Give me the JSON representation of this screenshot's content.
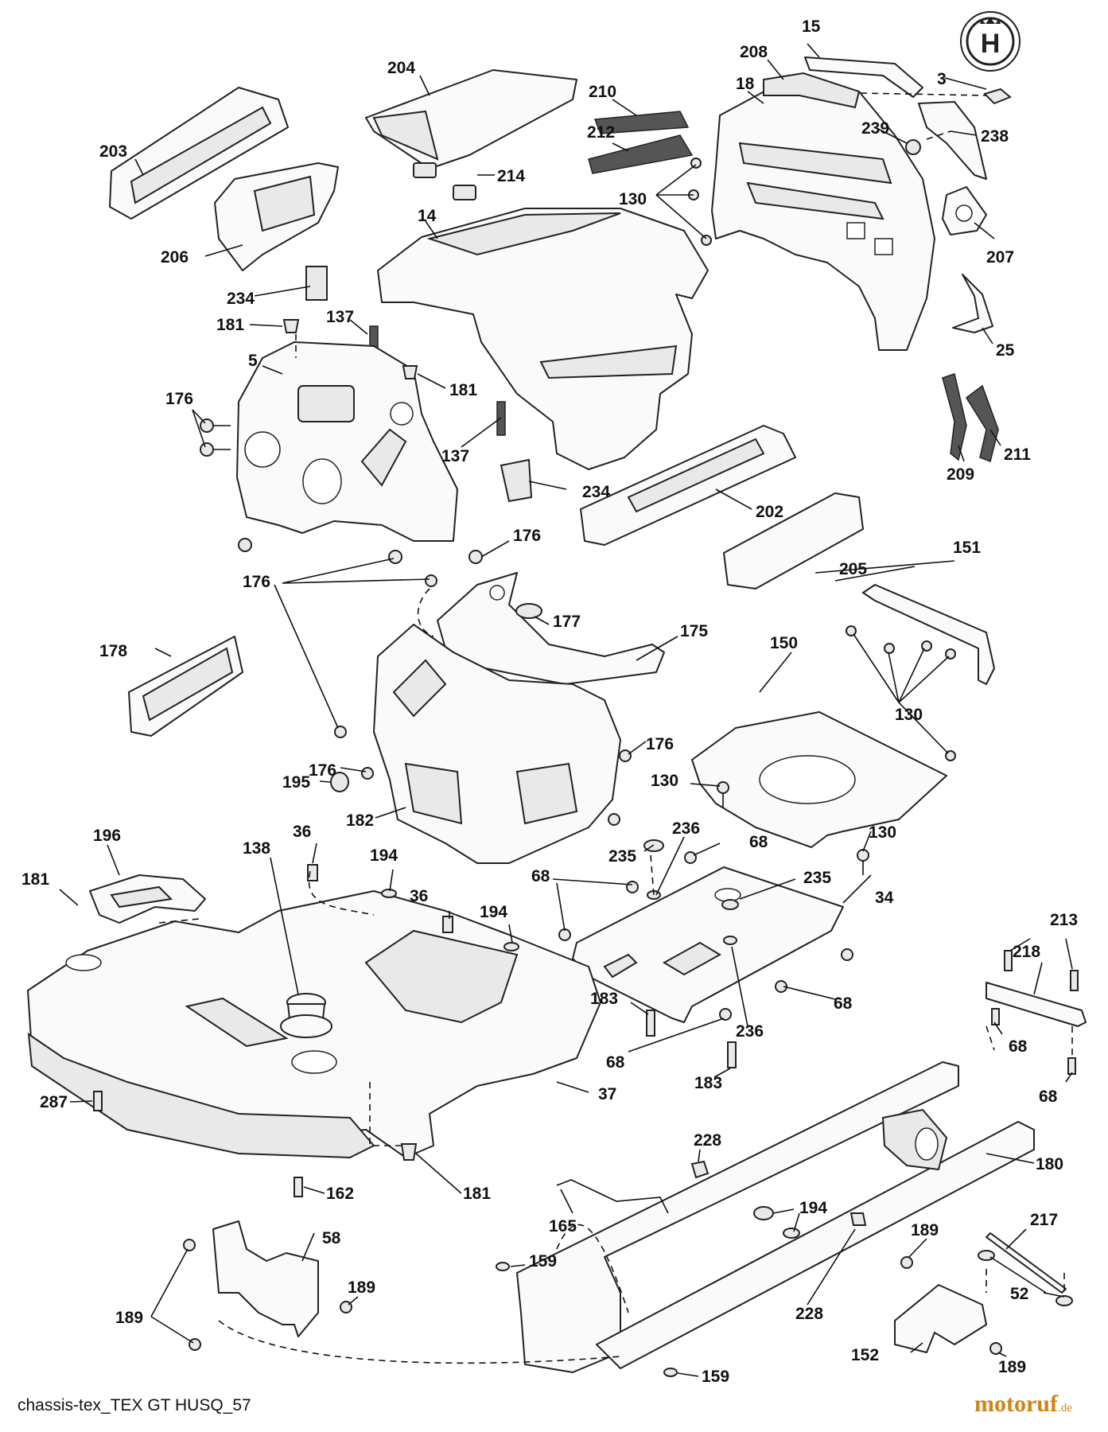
{
  "footer": {
    "caption": "chassis-tex_TEX GT HUSQ_57"
  },
  "brand": {
    "name": "motoruf",
    "suffix": ".de",
    "color": "#d08418"
  },
  "logo": {
    "letter": "H"
  },
  "callouts": {
    "c15": "15",
    "c208": "208",
    "c3": "3",
    "c204": "204",
    "c210": "210",
    "c18": "18",
    "c212": "212",
    "c239": "239",
    "c238": "238",
    "c203": "203",
    "c214": "214",
    "c130a": "130",
    "c14": "14",
    "c206": "206",
    "c207": "207",
    "c234a": "234",
    "c181a": "181",
    "c137a": "137",
    "c25": "25",
    "c5": "5",
    "c181b": "181",
    "c176a": "176",
    "c137b": "137",
    "c209": "209",
    "c211": "211",
    "c234b": "234",
    "c202": "202",
    "c176b": "176",
    "c176c": "176",
    "c205": "205",
    "c151": "151",
    "c177": "177",
    "c175": "175",
    "c178": "178",
    "c150": "150",
    "c130b": "130",
    "c195": "195",
    "c176d": "176",
    "c176e": "176",
    "c130c": "130",
    "c182": "182",
    "c236a": "236",
    "c130d": "130",
    "c196": "196",
    "c36a": "36",
    "c138": "138",
    "c235a": "235",
    "c68a": "68",
    "c194a": "194",
    "c181c": "181",
    "c36b": "36",
    "c68b": "68",
    "c235b": "235",
    "c194b": "194",
    "c34": "34",
    "c213": "213",
    "c218": "218",
    "c183a": "183",
    "c68c": "68",
    "c236b": "236",
    "c68d": "68",
    "c68e": "68",
    "c183b": "183",
    "c37": "37",
    "c68f": "68",
    "c287": "287",
    "c228a": "228",
    "c180": "180",
    "c162": "162",
    "c181d": "181",
    "c194c": "194",
    "c165": "165",
    "c217": "217",
    "c58": "58",
    "c189a": "189",
    "c159a": "159",
    "c189b": "189",
    "c52": "52",
    "c189c": "189",
    "c228b": "228",
    "c152": "152",
    "c189d": "189",
    "c159b": "159"
  }
}
